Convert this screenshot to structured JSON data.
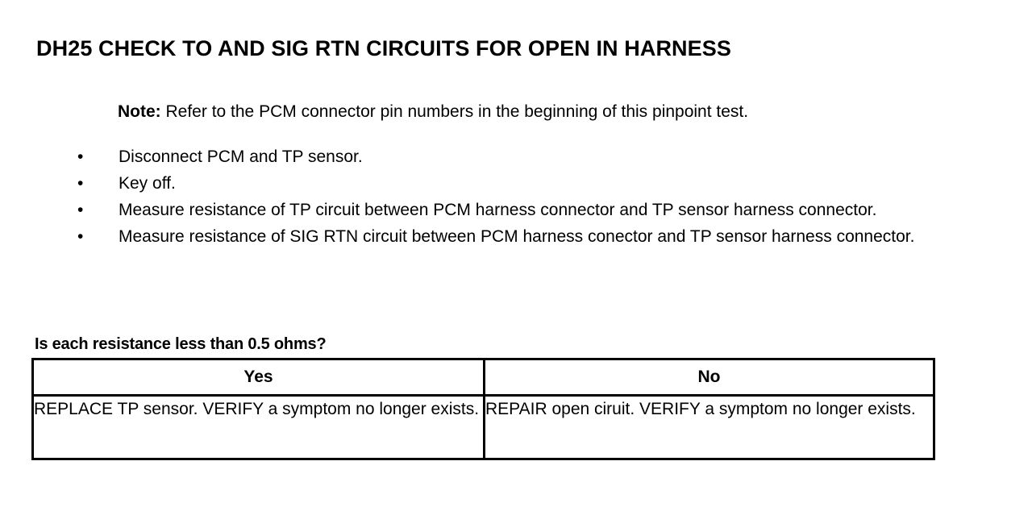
{
  "document": {
    "title": "DH25 CHECK TO AND SIG RTN CIRCUITS FOR OPEN IN HARNESS",
    "note": {
      "label": "Note:",
      "text": " Refer to the PCM connector pin numbers in the beginning of this pinpoint test."
    },
    "bullet_glyph": "•",
    "steps": [
      "Disconnect PCM and TP sensor.",
      "Key off.",
      "Measure resistance of TP circuit between PCM harness connector and TP sensor harness connector.",
      "Measure resistance of SIG RTN circuit between PCM harness conector and TP sensor harness connector."
    ],
    "question": "Is each resistance less than 0.5 ohms?",
    "decision_table": {
      "headers": [
        "Yes",
        "No"
      ],
      "row": [
        "REPLACE TP sensor. VERIFY a symptom no longer exists.",
        "REPAIR open ciruit. VERIFY a symptom no longer exists."
      ]
    },
    "colors": {
      "background": "#ffffff",
      "text": "#000000",
      "border": "#000000"
    }
  }
}
